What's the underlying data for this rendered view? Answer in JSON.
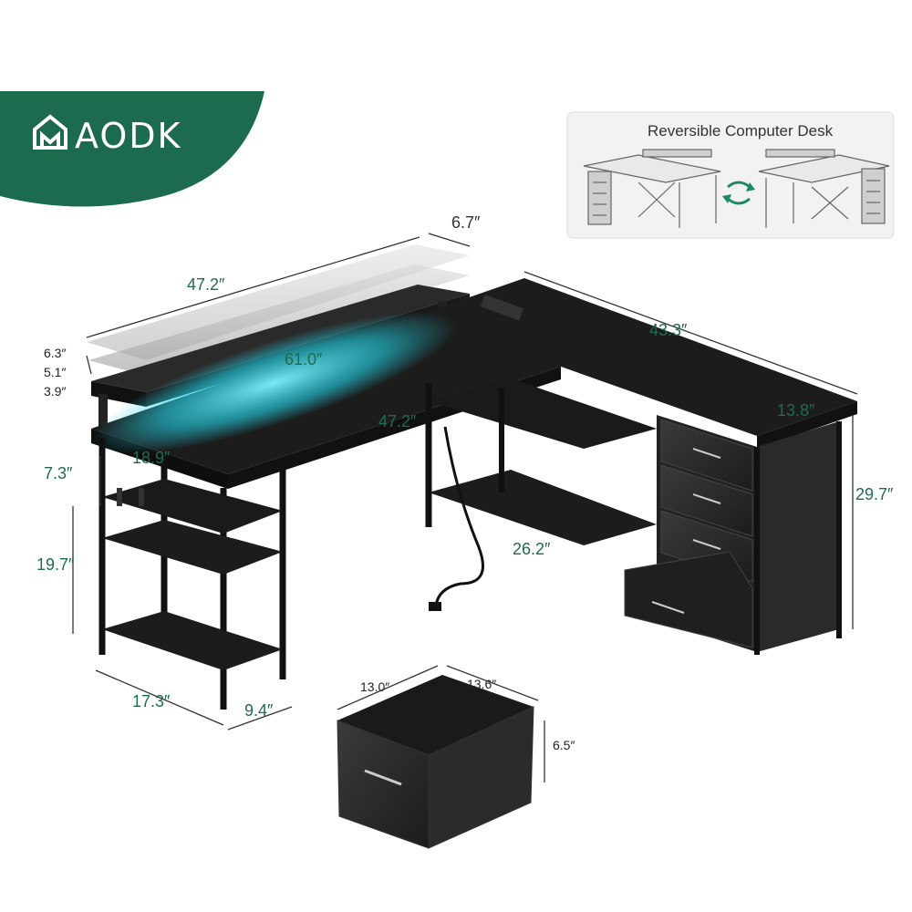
{
  "brand": {
    "name": "AODK",
    "color": "#1d6b4e"
  },
  "inset": {
    "title": "Reversible Computer Desk"
  },
  "colors": {
    "led": "#22d3e6",
    "desk": "#1a1a1a",
    "dim_text": "#1f6b4f"
  },
  "dimensions": {
    "shelf_width": "47.2″",
    "shelf_depth": "6.7″",
    "shelf_h1": "6.3″",
    "shelf_h2": "5.1″",
    "shelf_h3": "3.9″",
    "desk_main_length": "61.0″",
    "desk_inner_length": "47.2″",
    "desk_side_length": "43.3″",
    "desk_depth": "18.9″",
    "cabinet_depth": "13.8″",
    "desk_height": "29.7″",
    "shelf_gap": "7.3″",
    "storage_height": "19.7″",
    "leg_width": "17.3″",
    "leg_depth": "9.4″",
    "lower_shelf_length": "26.2″",
    "drawer_width": "13.0″",
    "drawer_depth": "13.6″",
    "drawer_height": "6.5″"
  }
}
